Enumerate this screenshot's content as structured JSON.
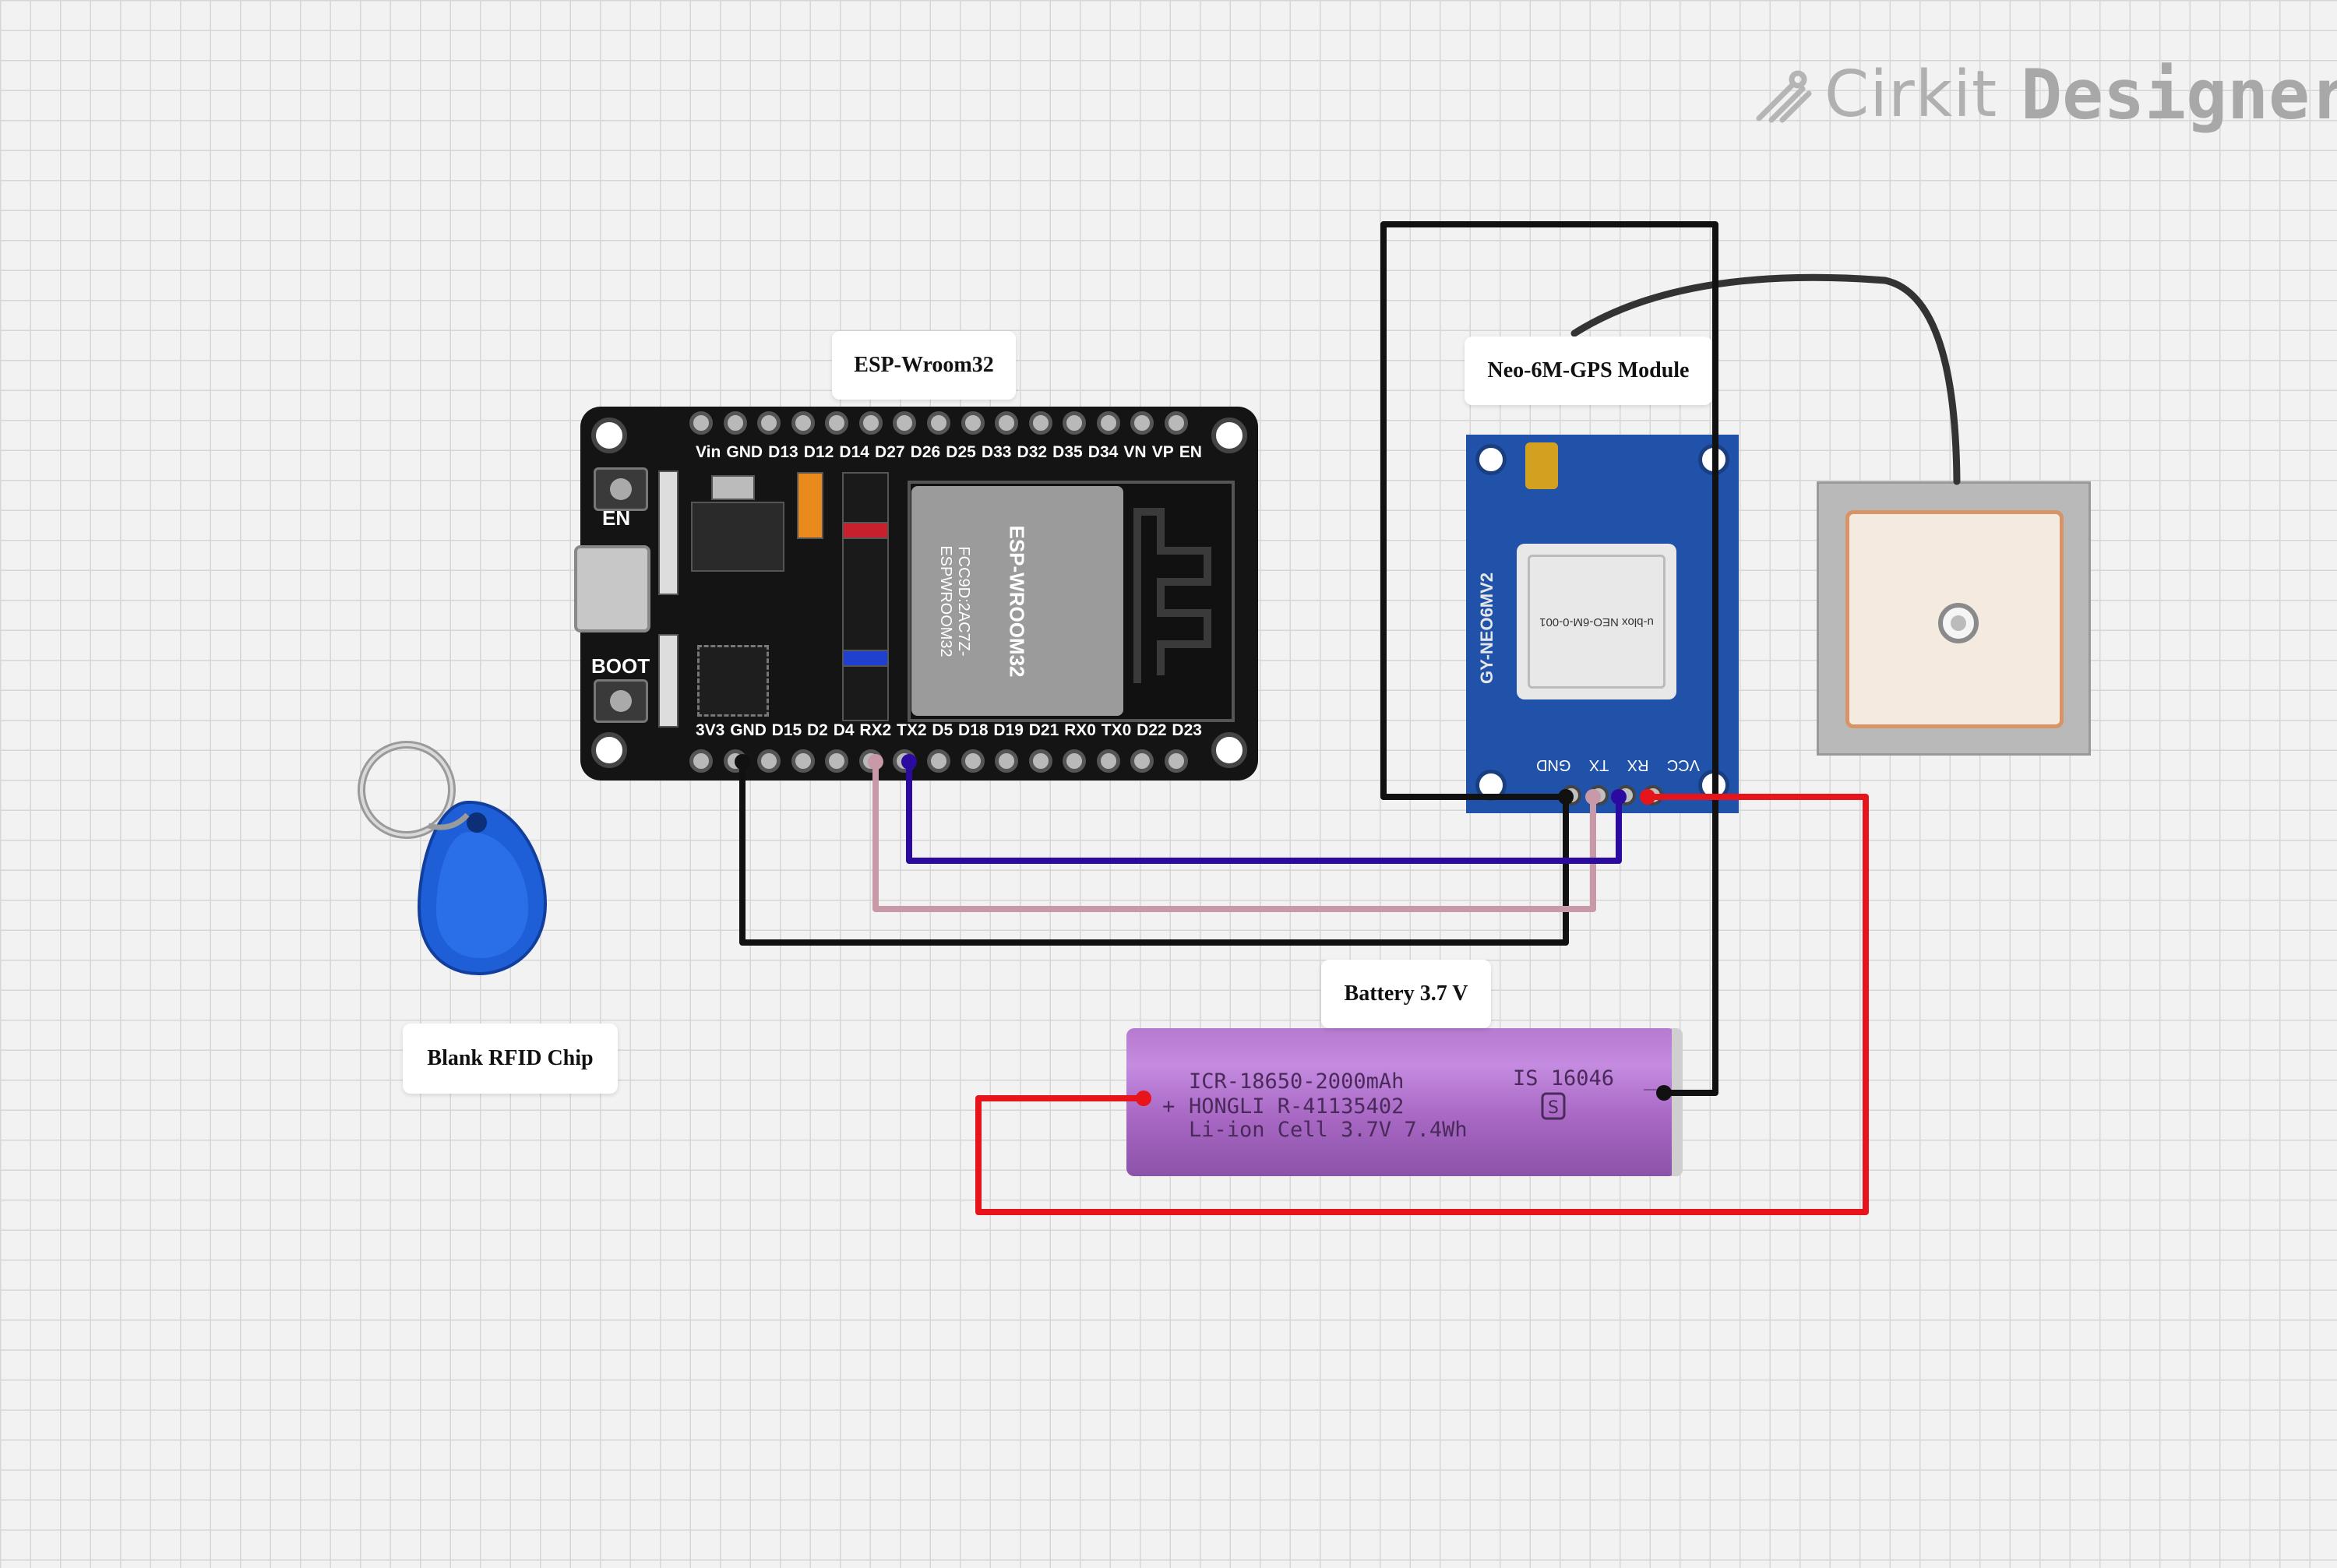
{
  "app": {
    "logo_light": "Cirkit",
    "logo_bold": "Designer"
  },
  "labels": {
    "esp": "ESP-Wroom32",
    "gps": "Neo-6M-GPS Module",
    "battery": "Battery 3.7 V",
    "rfid": "Blank RFID Chip"
  },
  "esp32": {
    "top_pins": [
      "Vin",
      "GND",
      "D13",
      "D12",
      "D14",
      "D27",
      "D26",
      "D25",
      "D33",
      "D32",
      "D35",
      "D34",
      "VN",
      "VP",
      "EN"
    ],
    "bottom_pins": [
      "3V3",
      "GND",
      "D15",
      "D2",
      "D4",
      "RX2",
      "TX2",
      "D5",
      "D18",
      "D19",
      "D21",
      "RX0",
      "TX0",
      "D22",
      "D23"
    ],
    "buttons": [
      "EN",
      "BOOT"
    ],
    "module_text": "ESP-WROOM32",
    "module_subtext": "FCC9D:2AC7Z-ESPWROOM32"
  },
  "gps": {
    "pins": [
      "GND",
      "TX",
      "RX",
      "VCC"
    ],
    "board_text": "GY-NEO6MV2",
    "chip_text": "u-blox NEO-6M-0-001"
  },
  "battery": {
    "line1": "ICR-18650-2000mAh",
    "line2": "HONGLI R-41135402",
    "line3": "Li-ion Cell 3.7V 7.4Wh",
    "plus": "+",
    "minus": "_",
    "code": "IS 16046"
  },
  "colors": {
    "wire_black": "#111111",
    "wire_pink": "#c89aa8",
    "wire_purple": "#2a0aa0",
    "wire_red": "#e8141c",
    "esp_board": "#141414",
    "gps_board": "#1f52a8",
    "battery": "#b67ad0",
    "rfid_tag": "#1e5fd8"
  },
  "connections": [
    {
      "from": "ESP32.GND",
      "to": "GPS.GND",
      "color": "black"
    },
    {
      "from": "ESP32.RX2",
      "to": "GPS.TX",
      "color": "pink"
    },
    {
      "from": "ESP32.TX2",
      "to": "GPS.RX",
      "color": "purple"
    },
    {
      "from": "GPS.VCC",
      "to": "Battery.+",
      "color": "red"
    },
    {
      "from": "GPS.GND",
      "to": "Battery.-",
      "color": "black"
    }
  ]
}
